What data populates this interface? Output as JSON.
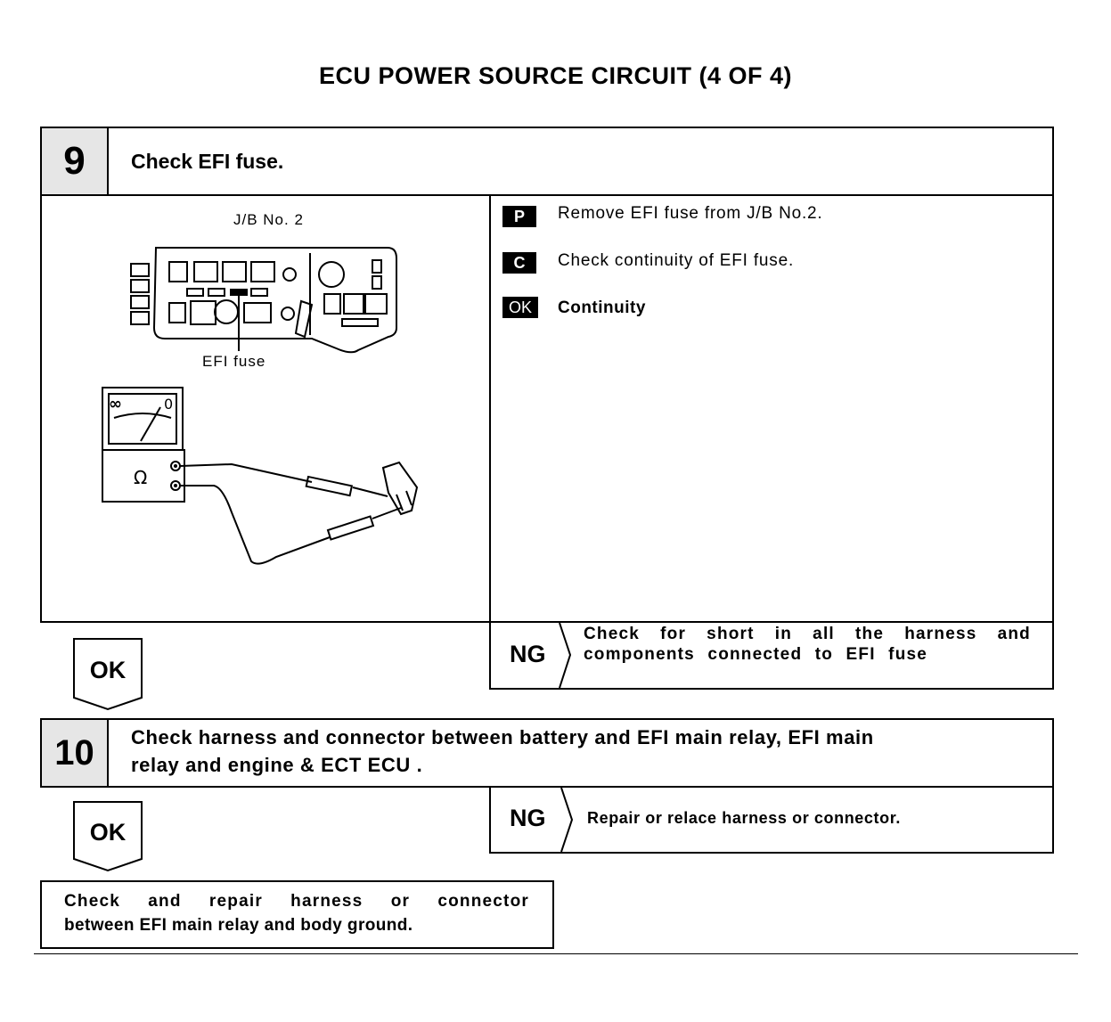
{
  "page_title": "ECU POWER SOURCE CIRCUIT (4 OF 4)",
  "step9": {
    "number": "9",
    "title": "Check EFI fuse.",
    "figure": {
      "jb_label": "J/B No. 2",
      "fuse_label": "EFI fuse",
      "meter_scale_left": "∞",
      "meter_scale_right": "0",
      "ohm_symbol": "Ω"
    },
    "instructions": [
      {
        "tag": "P",
        "text": "Remove EFI fuse from J/B No.2."
      },
      {
        "tag": "C",
        "text": "Check continuity of EFI fuse."
      },
      {
        "tag": "OK",
        "text": "Continuity"
      }
    ],
    "ok_label": "OK",
    "ng_label": "NG",
    "ng_line1": "Check for short in all the harness and",
    "ng_line2": "components connected to EFI fuse"
  },
  "step10": {
    "number": "10",
    "title_line1": "Check harness and connector between battery and EFI main relay, EFI main",
    "title_line2": "relay and engine & ECT ECU .",
    "ok_label": "OK",
    "ng_label": "NG",
    "ng_text": "Repair or relace harness or connector."
  },
  "final": {
    "line1": "Check and repair harness or connector",
    "line2": "between EFI main relay and body ground."
  }
}
